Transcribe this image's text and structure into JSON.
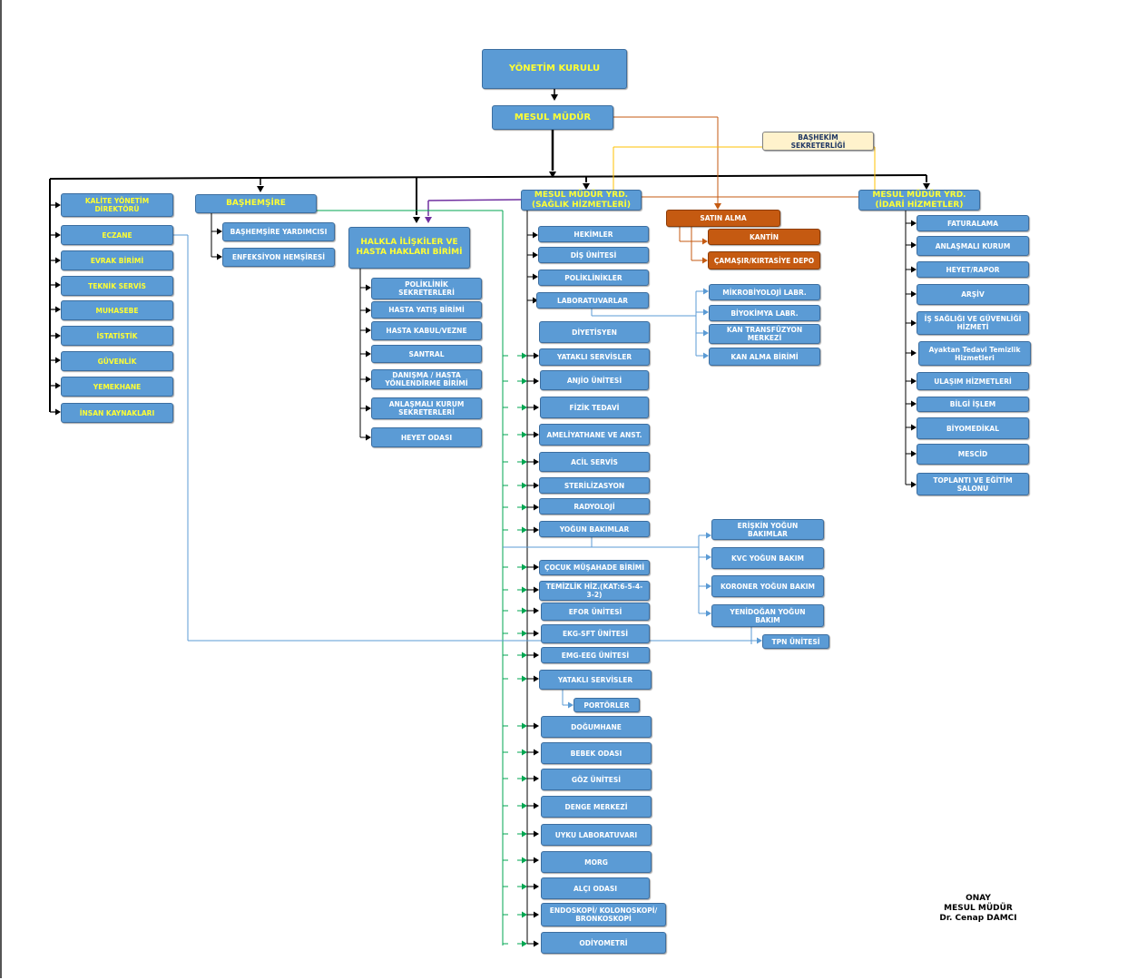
{
  "top": {
    "board": "YÖNETİM KURULU",
    "manager": "MESUL MÜDÜR",
    "chief_secretariat": "BAŞHEKİM\nSEKRETERLİĞİ",
    "deputy_health": "MESUL MÜDÜR YRD.\n(SAĞLIK HİZMETLERİ)",
    "deputy_admin": "MESUL MÜDÜR YRD.\n(İDARİ HİZMETLER)"
  },
  "left_column": [
    "KALİTE YÖNETİM\nDİREKTÖRÜ",
    "ECZANE",
    "EVRAK BİRİMİ",
    "TEKNİK SERVİS",
    "MUHASEBE",
    "İSTATİSTİK",
    "GÜVENLİK",
    "YEMEKHANE",
    "İNSAN KAYNAKLARI"
  ],
  "head_nurse": {
    "title": "BAŞHEMŞİRE",
    "items": [
      "BAŞHEMŞİRE YARDIMCISI",
      "ENFEKSİYON HEMŞİRESİ"
    ]
  },
  "public_relations": {
    "title": "HALKLA İLİŞKİLER VE\nHASTA HAKLARI BİRİMİ",
    "items": [
      "POLİKLİNİK\nSEKRETERLERİ",
      "HASTA YATIŞ BİRİMİ",
      "HASTA KABUL/VEZNE",
      "SANTRAL",
      "DANIŞMA / HASTA\nYÖNLENDİRME BİRİMİ",
      "ANLAŞMALI KURUM\nSEKRETERLERİ",
      "HEYET ODASI"
    ]
  },
  "health_services": [
    "HEKİMLER",
    "DİŞ ÜNİTESİ",
    "POLİKLİNİKLER",
    "LABORATUVARLAR",
    "DİYETİSYEN",
    "YATAKLI SERVİSLER",
    "ANJİO ÜNİTESİ",
    "FİZİK TEDAVİ",
    "AMELİYATHANE VE ANST.",
    "ACİL SERVİS",
    "STERİLİZASYON",
    "RADYOLOJİ",
    "YOĞUN BAKIMLAR",
    "ÇOCUK MÜŞAHADE BİRİMİ",
    "TEMİZLİK HİZ.(KAT:6-5-4-3-2)",
    "EFOR ÜNİTESİ",
    "EKG-SFT ÜNİTESİ",
    "EMG-EEG ÜNİTESİ",
    "YATAKLI SERVİSLER",
    "DOĞUMHANE",
    "BEBEK ODASI",
    "GÖZ ÜNİTESİ",
    "DENGE MERKEZİ",
    "UYKU LABORATUVARI",
    "MORG",
    "ALÇI ODASI",
    "ENDOSKOPİ/ KOLONOSKOPİ/\nBRONKOSKOPİ",
    "ODİYOMETRİ"
  ],
  "porters": "PORTÖRLER",
  "labs": [
    "MİKROBİYOLOJİ LABR.",
    "BİYOKİMYA LABR.",
    "KAN TRANSFÜZYON\nMERKEZİ",
    "KAN ALMA BİRİMİ"
  ],
  "intensive_care": [
    "ERİŞKİN YOĞUN\nBAKIMLAR",
    "KVC YOĞUN BAKIM",
    "KORONER YOĞUN BAKIM",
    "YENİDOĞAN YOĞUN\nBAKIM"
  ],
  "tpn": "TPN ÜNİTESİ",
  "purchasing": {
    "title": "SATIN ALMA",
    "items": [
      "KANTİN",
      "ÇAMAŞIR/KIRTASİYE DEPO"
    ]
  },
  "admin_services": [
    "FATURALAMA",
    "ANLAŞMALI KURUM",
    "HEYET/RAPOR",
    "ARŞİV",
    "İŞ SAĞLIĞI VE GÜVENLİĞİ\nHİZMETİ",
    "Ayaktan Tedavi Temizlik\nHizmetleri",
    "ULAŞIM HİZMETLERİ",
    "BİLGİ İŞLEM",
    "BİYOMEDİKAL",
    "MESCİD",
    "TOPLANTI VE EĞİTİM\nSALONU"
  ],
  "approval": {
    "line1": "ONAY",
    "line2": "MESUL MÜDÜR",
    "line3": "Dr. Cenap DAMCI"
  },
  "colors": {
    "box_blue": "#5b9bd5",
    "box_orange": "#c55a11",
    "box_cream": "#fff2cc",
    "line_black": "#000000",
    "line_green": "#00a651",
    "line_blue": "#5b9bd5",
    "line_orange": "#c55a11",
    "line_purple": "#7030a0",
    "line_yellow": "#ffc000",
    "title_yellow": "#ffff33"
  }
}
